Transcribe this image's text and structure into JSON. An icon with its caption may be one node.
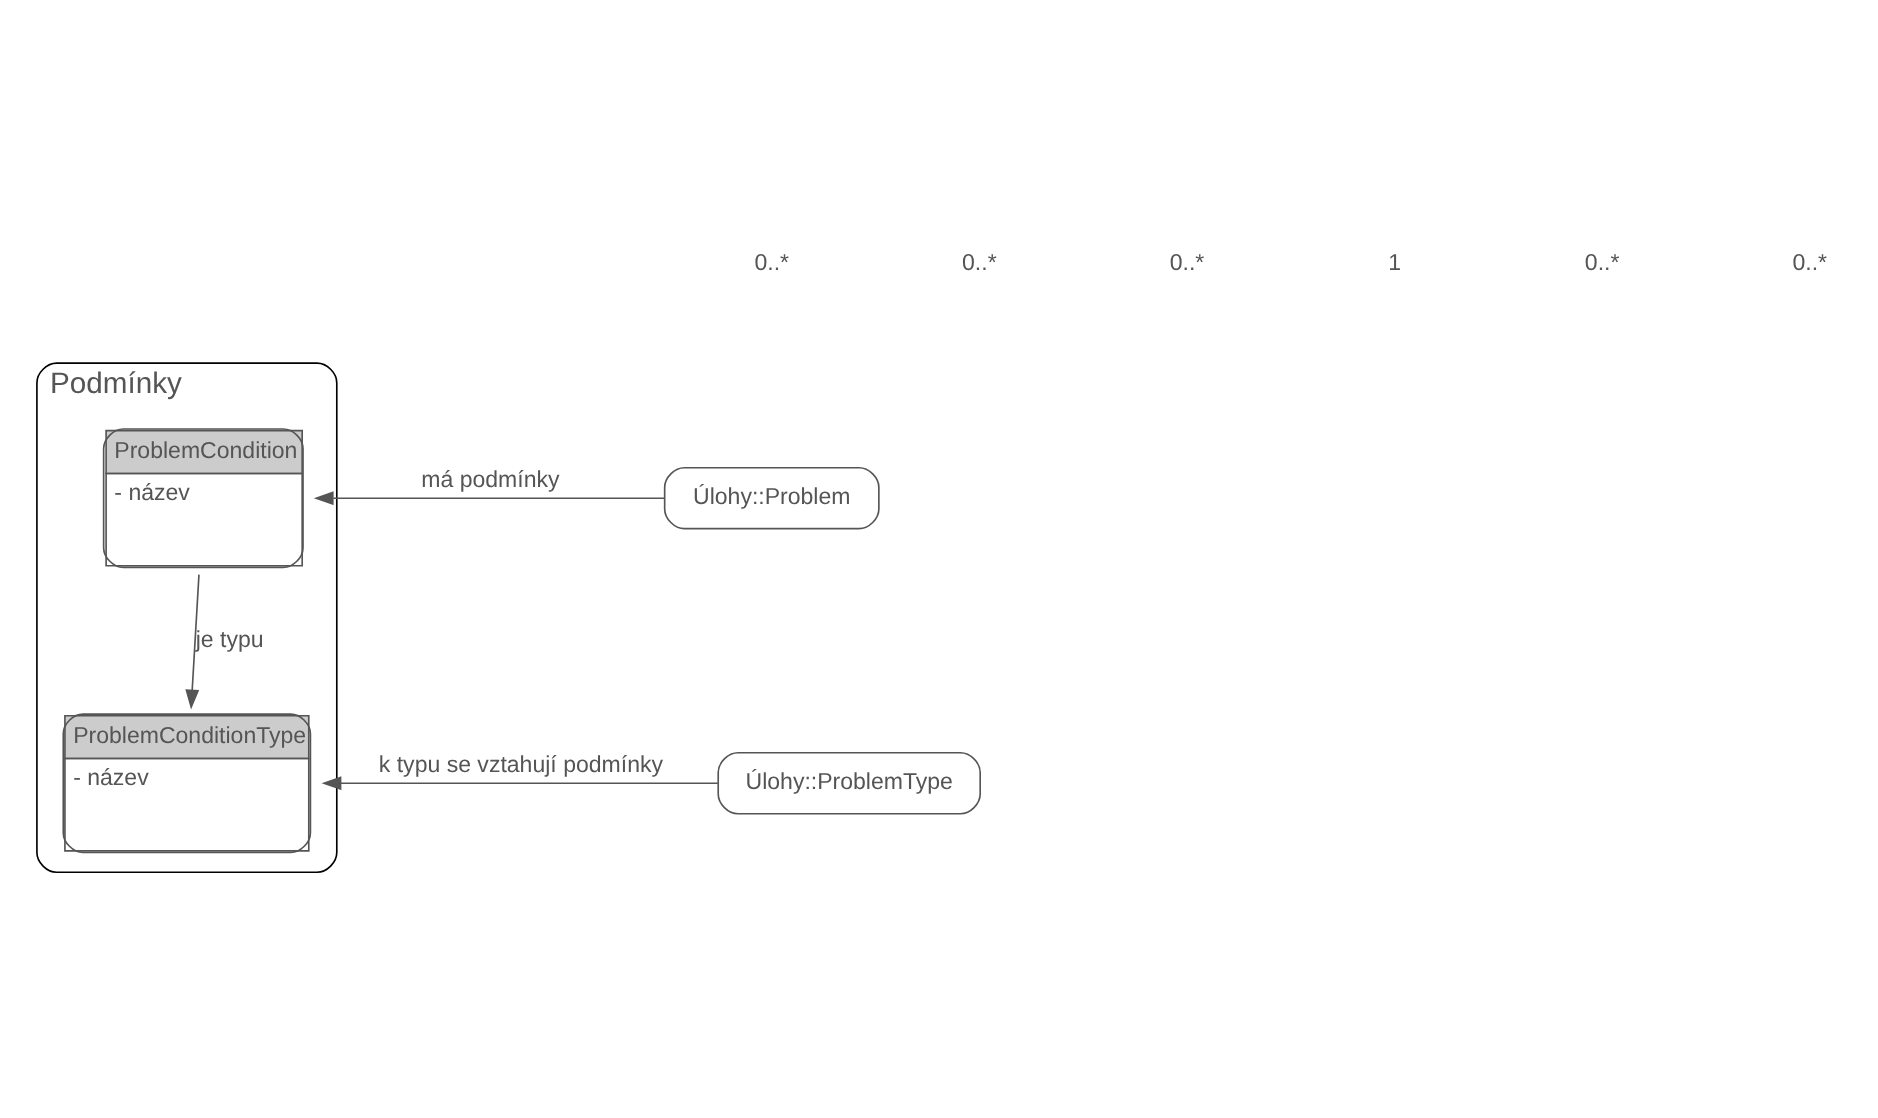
{
  "diagram": {
    "nodes": [
      {
        "text": [
          "Podmínky"
        ]
      },
      {
        "text": [
          "Úlohy::Problem"
        ]
      },
      {
        "text": [
          "ProblemCondition",
          "- název"
        ],
        "in": 0
      },
      {
        "text": [
          "Úlohy::ProblemType"
        ]
      },
      {
        "text": [
          "ProblemConditionType",
          "- název"
        ],
        "in": 0
      }
    ],
    "edges": [
      {
        "from": 1,
        "to": 2,
        "arrow": "to",
        "label": "má podmínky"
      },
      {
        "from": 2,
        "to": 4,
        "arrow": "to",
        "label": "je typu"
      },
      {
        "from": 3,
        "to": 4,
        "arrow": "to",
        "label": "k typu se vztahují podmínky"
      }
    ],
    "labels": [
      "0..*",
      "0..*",
      "0..*",
      "1",
      "0..*",
      "0..*"
    ]
  }
}
